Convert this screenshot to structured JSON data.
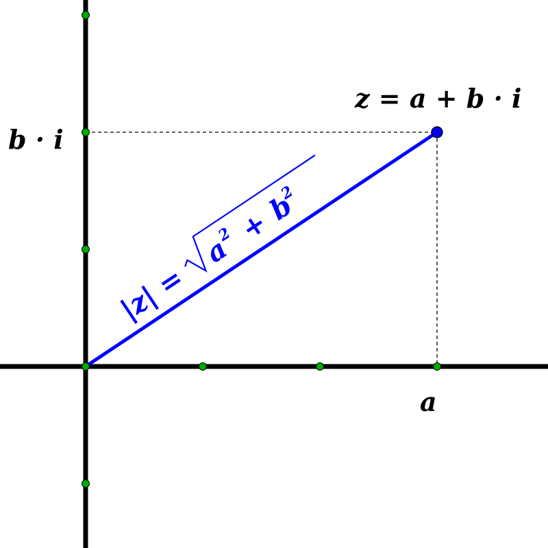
{
  "labels": {
    "z_point": "z = a + b · i",
    "imag_axis": "b · i",
    "real_axis": "a",
    "modulus_lhs": "|z| =",
    "modulus_a": "a",
    "modulus_plus": "+",
    "modulus_b": "b",
    "exponent": "2"
  },
  "colors": {
    "axis": "#000000",
    "segment": "#0000ff",
    "tick_point": "#00aa00",
    "z_point": "#0000ee"
  }
}
